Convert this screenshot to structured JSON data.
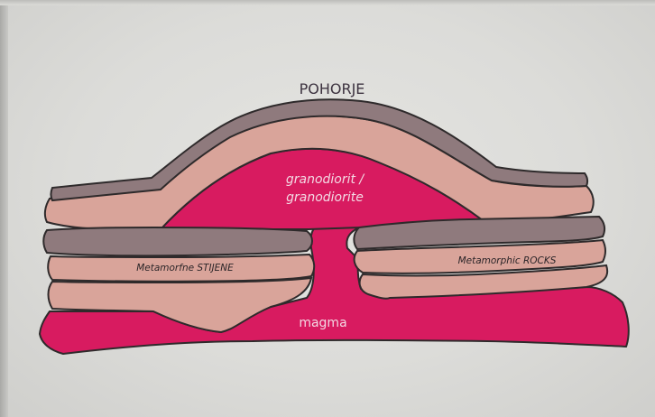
{
  "diagram": {
    "title": "POHORJE",
    "core_label_line1": "granodiorit /",
    "core_label_line2": "granodiorite",
    "magma_label": "magma",
    "left_rocks_label": "Metamorfne STIJENE",
    "right_rocks_label": "Metamorphic ROCKS"
  },
  "colors": {
    "background": "#dcdcd9",
    "magma": "#d81b60",
    "metamorphic_light": "#d9a49a",
    "metamorphic_dark": "#8f7a7d",
    "outline": "#2e2a2b",
    "title_text": "#3d3340",
    "label_light": "#f3d9e3",
    "label_dark": "#2b2528"
  }
}
